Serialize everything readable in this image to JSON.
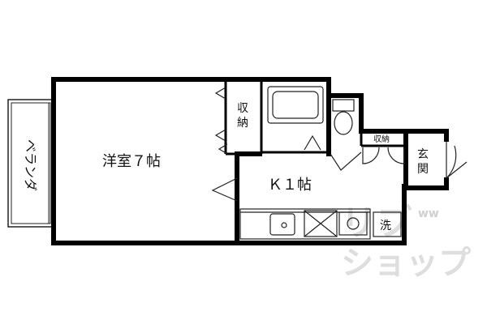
{
  "labels": {
    "balcony": "ベランダ",
    "western_room": "洋室７帖",
    "closet_main": "収納",
    "kitchen": "Ｋ１帖",
    "closet_small": "収納",
    "entrance": "玄関",
    "laundry": "洗"
  },
  "watermark": {
    "line1": "リブ",
    "line2": "ショップ",
    "small": "ww"
  },
  "colors": {
    "wall": "#000000",
    "line": "#1a1a1a",
    "watermark": "#dcdcdc",
    "background": "#ffffff"
  }
}
